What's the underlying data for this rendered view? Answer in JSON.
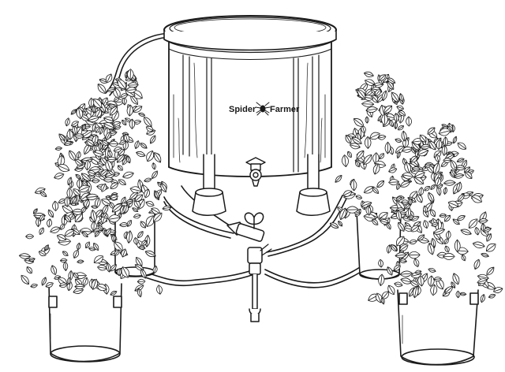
{
  "illustration": {
    "style": "black line-art on white",
    "stroke_color": "#1a1a1a",
    "background_color": "#ffffff",
    "brand": {
      "word_left": "Spider",
      "word_right": "Farmer",
      "logo_icon": "spider-icon"
    },
    "reservoir": {
      "legs": 2,
      "spigot": true,
      "lid": true
    },
    "plants": {
      "count": 4
    },
    "irrigation": {
      "valve": "ball-valve-icon",
      "tee_fitting": true,
      "drain_outlet": true
    }
  }
}
